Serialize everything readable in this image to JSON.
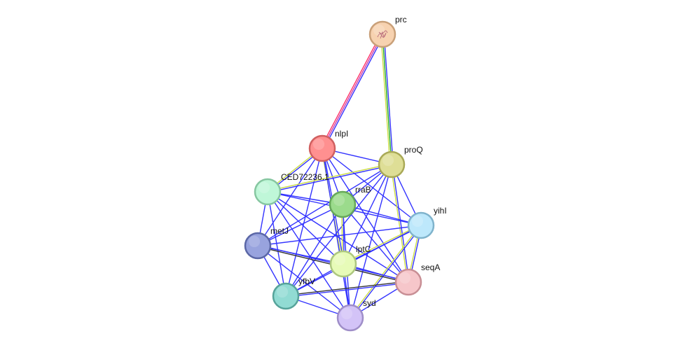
{
  "nodes": [
    {
      "id": "prc",
      "label": "prc",
      "fill": "#f7d2b0",
      "stroke": "#c9a079"
    },
    {
      "id": "nlpI",
      "label": "nlpI",
      "fill": "#ff9090",
      "stroke": "#d06060"
    },
    {
      "id": "proQ",
      "label": "proQ",
      "fill": "#dede96",
      "stroke": "#a9a956"
    },
    {
      "id": "CED72236.1",
      "label": "CED72236.1",
      "fill": "#bff7d8",
      "stroke": "#86c6a0"
    },
    {
      "id": "rraB",
      "label": "rraB",
      "fill": "#9bdb8c",
      "stroke": "#66a85a"
    },
    {
      "id": "yihI",
      "label": "yihI",
      "fill": "#bde8fb",
      "stroke": "#7fb3cc"
    },
    {
      "id": "metJ",
      "label": "metJ",
      "fill": "#98a3de",
      "stroke": "#5b67a6"
    },
    {
      "id": "lptC",
      "label": "lptC",
      "fill": "#e7fbb8",
      "stroke": "#adc77f"
    },
    {
      "id": "seqA",
      "label": "seqA",
      "fill": "#f6c6ca",
      "stroke": "#c88f95"
    },
    {
      "id": "yfbV",
      "label": "yfbV",
      "fill": "#91dbd3",
      "stroke": "#56a39a"
    },
    {
      "id": "syd",
      "label": "syd",
      "fill": "#d3c3f7",
      "stroke": "#9f8ec8"
    }
  ],
  "edges": [
    {
      "source": "prc",
      "target": "nlpI",
      "colors": [
        "#3333ff",
        "#cc44aa",
        "#ff3366"
      ]
    },
    {
      "source": "prc",
      "target": "proQ",
      "colors": [
        "#3333ff",
        "#22aa22",
        "#ccdd44"
      ]
    },
    {
      "source": "nlpI",
      "target": "proQ",
      "colors": [
        "#3333ff"
      ]
    },
    {
      "source": "nlpI",
      "target": "CED72236.1",
      "colors": [
        "#3333ff",
        "#ccdd44"
      ]
    },
    {
      "source": "nlpI",
      "target": "rraB",
      "colors": [
        "#3333ff"
      ]
    },
    {
      "source": "nlpI",
      "target": "yihI",
      "colors": [
        "#3333ff"
      ]
    },
    {
      "source": "nlpI",
      "target": "metJ",
      "colors": [
        "#3333ff"
      ]
    },
    {
      "source": "nlpI",
      "target": "lptC",
      "colors": [
        "#3333ff",
        "#ccdd44"
      ]
    },
    {
      "source": "nlpI",
      "target": "seqA",
      "colors": [
        "#3333ff"
      ]
    },
    {
      "source": "nlpI",
      "target": "yfbV",
      "colors": [
        "#3333ff"
      ]
    },
    {
      "source": "nlpI",
      "target": "syd",
      "colors": [
        "#3333ff"
      ]
    },
    {
      "source": "proQ",
      "target": "CED72236.1",
      "colors": [
        "#3333ff",
        "#ccdd44"
      ]
    },
    {
      "source": "proQ",
      "target": "rraB",
      "colors": [
        "#3333ff"
      ]
    },
    {
      "source": "proQ",
      "target": "yihI",
      "colors": [
        "#3333ff"
      ]
    },
    {
      "source": "proQ",
      "target": "metJ",
      "colors": [
        "#3333ff"
      ]
    },
    {
      "source": "proQ",
      "target": "lptC",
      "colors": [
        "#3333ff"
      ]
    },
    {
      "source": "proQ",
      "target": "seqA",
      "colors": [
        "#3333ff",
        "#ccdd44"
      ]
    },
    {
      "source": "proQ",
      "target": "yfbV",
      "colors": [
        "#3333ff"
      ]
    },
    {
      "source": "proQ",
      "target": "syd",
      "colors": [
        "#3333ff"
      ]
    },
    {
      "source": "CED72236.1",
      "target": "rraB",
      "colors": [
        "#3333ff"
      ]
    },
    {
      "source": "CED72236.1",
      "target": "yihI",
      "colors": [
        "#3333ff"
      ]
    },
    {
      "source": "CED72236.1",
      "target": "metJ",
      "colors": [
        "#3333ff"
      ]
    },
    {
      "source": "CED72236.1",
      "target": "lptC",
      "colors": [
        "#3333ff"
      ]
    },
    {
      "source": "CED72236.1",
      "target": "seqA",
      "colors": [
        "#3333ff"
      ]
    },
    {
      "source": "CED72236.1",
      "target": "yfbV",
      "colors": [
        "#3333ff"
      ]
    },
    {
      "source": "CED72236.1",
      "target": "syd",
      "colors": [
        "#3333ff"
      ]
    },
    {
      "source": "rraB",
      "target": "yihI",
      "colors": [
        "#3333ff"
      ]
    },
    {
      "source": "rraB",
      "target": "metJ",
      "colors": [
        "#3333ff"
      ]
    },
    {
      "source": "rraB",
      "target": "lptC",
      "colors": [
        "#3333ff",
        "#ccdd44"
      ]
    },
    {
      "source": "rraB",
      "target": "seqA",
      "colors": [
        "#3333ff"
      ]
    },
    {
      "source": "rraB",
      "target": "yfbV",
      "colors": [
        "#3333ff"
      ]
    },
    {
      "source": "rraB",
      "target": "syd",
      "colors": [
        "#3333ff"
      ]
    },
    {
      "source": "yihI",
      "target": "metJ",
      "colors": [
        "#3333ff"
      ]
    },
    {
      "source": "yihI",
      "target": "lptC",
      "colors": [
        "#3333ff",
        "#ccdd44"
      ]
    },
    {
      "source": "yihI",
      "target": "seqA",
      "colors": [
        "#3333ff",
        "#ccdd44"
      ]
    },
    {
      "source": "yihI",
      "target": "yfbV",
      "colors": [
        "#3333ff"
      ]
    },
    {
      "source": "yihI",
      "target": "syd",
      "colors": [
        "#3333ff",
        "#ccdd44"
      ]
    },
    {
      "source": "metJ",
      "target": "lptC",
      "colors": [
        "#3333ff"
      ]
    },
    {
      "source": "metJ",
      "target": "seqA",
      "colors": [
        "#3333ff",
        "#333333"
      ]
    },
    {
      "source": "metJ",
      "target": "yfbV",
      "colors": [
        "#3333ff"
      ]
    },
    {
      "source": "metJ",
      "target": "syd",
      "colors": [
        "#3333ff"
      ]
    },
    {
      "source": "lptC",
      "target": "seqA",
      "colors": [
        "#3333ff"
      ]
    },
    {
      "source": "lptC",
      "target": "yfbV",
      "colors": [
        "#3333ff"
      ]
    },
    {
      "source": "lptC",
      "target": "syd",
      "colors": [
        "#3333ff"
      ]
    },
    {
      "source": "seqA",
      "target": "yfbV",
      "colors": [
        "#3333ff",
        "#333333"
      ]
    },
    {
      "source": "seqA",
      "target": "syd",
      "colors": [
        "#3333ff"
      ]
    },
    {
      "source": "yfbV",
      "target": "syd",
      "colors": [
        "#3333ff"
      ]
    }
  ]
}
